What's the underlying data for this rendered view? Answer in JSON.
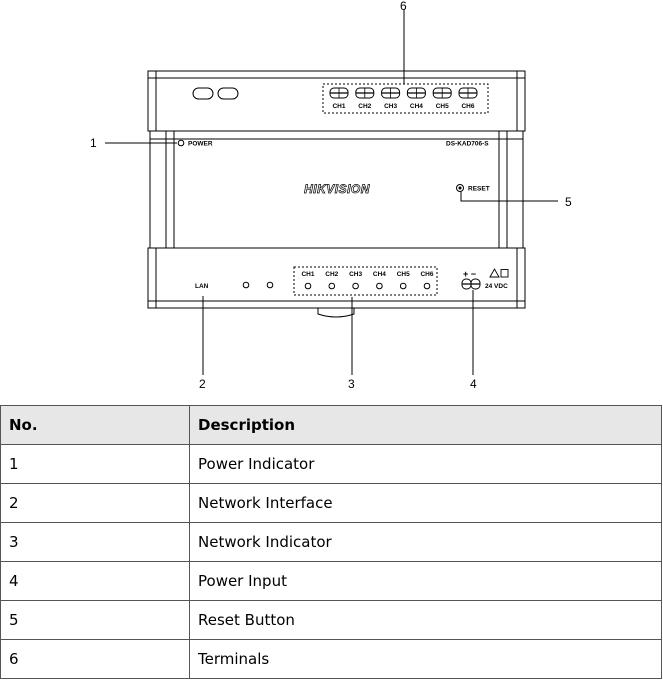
{
  "device": {
    "brand": "HIKVISION",
    "model": "DS-KAD706-S",
    "power_label": "POWER",
    "reset_label": "RESET",
    "lan_label": "LAN",
    "terminal_channels": [
      "CH1",
      "CH2",
      "CH3",
      "CH4",
      "CH5",
      "CH6"
    ],
    "indicator_channels": [
      "CH1",
      "CH2",
      "CH3",
      "CH4",
      "CH5",
      "CH6"
    ],
    "power_polarity": "+ −",
    "power_voltage": "24 VDC"
  },
  "callouts": {
    "c1": "1",
    "c2": "2",
    "c3": "3",
    "c4": "4",
    "c5": "5",
    "c6": "6"
  },
  "table": {
    "headers": [
      "No.",
      "Description"
    ],
    "rows": [
      {
        "no": "1",
        "desc": "Power Indicator"
      },
      {
        "no": "2",
        "desc": "Network Interface"
      },
      {
        "no": "3",
        "desc": "Network Indicator"
      },
      {
        "no": "4",
        "desc": "Power Input"
      },
      {
        "no": "5",
        "desc": "Reset Button"
      },
      {
        "no": "6",
        "desc": "Terminals"
      }
    ]
  }
}
